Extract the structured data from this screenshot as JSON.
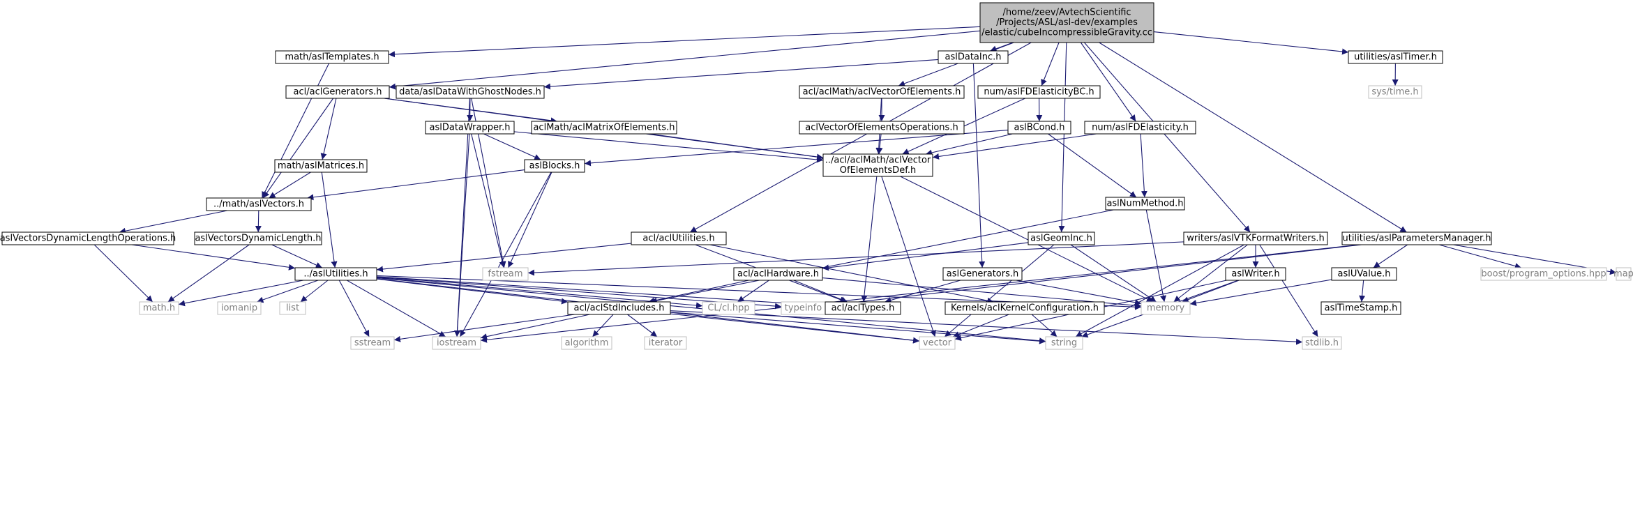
{
  "diagram": {
    "type": "doxygen-include-dependency-graph",
    "colors": {
      "edge": "#191970",
      "node_border": "#000000",
      "external_border": "#bfbfbf",
      "external_text": "#808080",
      "root_fill": "#bfbfbf",
      "node_fill": "#ffffff"
    },
    "nodes": [
      {
        "id": "root",
        "lines": [
          "/home/zeev/AvtechScientific",
          "/Projects/ASL/asl-dev/examples",
          "/elastic/cubeIncompressibleGravity.cc"
        ],
        "kind": "root"
      },
      {
        "id": "asltemplates",
        "lines": [
          "math/aslTemplates.h"
        ],
        "kind": "header"
      },
      {
        "id": "asldatainc",
        "lines": [
          "aslDataInc.h"
        ],
        "kind": "header"
      },
      {
        "id": "asltimer",
        "lines": [
          "utilities/aslTimer.h"
        ],
        "kind": "header"
      },
      {
        "id": "systime",
        "lines": [
          "sys/time.h"
        ],
        "kind": "external"
      },
      {
        "id": "aclgenerators",
        "lines": [
          "acl/aclGenerators.h"
        ],
        "kind": "header"
      },
      {
        "id": "asldatawithghost",
        "lines": [
          "data/aslDataWithGhostNodes.h"
        ],
        "kind": "header"
      },
      {
        "id": "aclvectorofelements",
        "lines": [
          "acl/aclMath/aclVectorOfElements.h"
        ],
        "kind": "header"
      },
      {
        "id": "aslfdelasticitybc",
        "lines": [
          "num/aslFDElasticityBC.h"
        ],
        "kind": "header"
      },
      {
        "id": "asldatawrapper",
        "lines": [
          "aslDataWrapper.h"
        ],
        "kind": "header"
      },
      {
        "id": "aclmatrixofelements",
        "lines": [
          "aclMath/aclMatrixOfElements.h"
        ],
        "kind": "header"
      },
      {
        "id": "aclvectorofelementsops",
        "lines": [
          "aclVectorOfElementsOperations.h"
        ],
        "kind": "header"
      },
      {
        "id": "aslbcond",
        "lines": [
          "aslBCond.h"
        ],
        "kind": "header"
      },
      {
        "id": "aslfdelasticity",
        "lines": [
          "num/aslFDElasticity.h"
        ],
        "kind": "header"
      },
      {
        "id": "aslblocks",
        "lines": [
          "aslBlocks.h"
        ],
        "kind": "header"
      },
      {
        "id": "aslmatrices",
        "lines": [
          "math/aslMatrices.h"
        ],
        "kind": "header"
      },
      {
        "id": "aclvectordef",
        "lines": [
          "../acl/aclMath/aclVector",
          "OfElementsDef.h"
        ],
        "kind": "header"
      },
      {
        "id": "aslvectors",
        "lines": [
          "../math/aslVectors.h"
        ],
        "kind": "header"
      },
      {
        "id": "aslnummethod",
        "lines": [
          "aslNumMethod.h"
        ],
        "kind": "header"
      },
      {
        "id": "aslvdlops",
        "lines": [
          "aslVectorsDynamicLengthOperations.h"
        ],
        "kind": "header"
      },
      {
        "id": "aslvdl",
        "lines": [
          "aslVectorsDynamicLength.h"
        ],
        "kind": "header"
      },
      {
        "id": "aclutilities",
        "lines": [
          "acl/aclUtilities.h"
        ],
        "kind": "header"
      },
      {
        "id": "aslgeominc",
        "lines": [
          "aslGeomInc.h"
        ],
        "kind": "header"
      },
      {
        "id": "aslvtkwriters",
        "lines": [
          "writers/aslVTKFormatWriters.h"
        ],
        "kind": "header"
      },
      {
        "id": "aslparamsmanager",
        "lines": [
          "utilities/aslParametersManager.h"
        ],
        "kind": "header"
      },
      {
        "id": "aslutilities",
        "lines": [
          "../aslUtilities.h"
        ],
        "kind": "header"
      },
      {
        "id": "fstream",
        "lines": [
          "fstream"
        ],
        "kind": "external"
      },
      {
        "id": "aclhardware",
        "lines": [
          "acl/aclHardware.h"
        ],
        "kind": "header"
      },
      {
        "id": "aslgenerators",
        "lines": [
          "aslGenerators.h"
        ],
        "kind": "header"
      },
      {
        "id": "aslwriter",
        "lines": [
          "aslWriter.h"
        ],
        "kind": "header"
      },
      {
        "id": "asluvalue",
        "lines": [
          "aslUValue.h"
        ],
        "kind": "header"
      },
      {
        "id": "boostpo",
        "lines": [
          "boost/program_options.hpp"
        ],
        "kind": "external"
      },
      {
        "id": "map",
        "lines": [
          "map"
        ],
        "kind": "external"
      },
      {
        "id": "mathh",
        "lines": [
          "math.h"
        ],
        "kind": "external"
      },
      {
        "id": "iomanip",
        "lines": [
          "iomanip"
        ],
        "kind": "external"
      },
      {
        "id": "list",
        "lines": [
          "list"
        ],
        "kind": "external"
      },
      {
        "id": "aclstdincludes",
        "lines": [
          "acl/aclStdIncludes.h"
        ],
        "kind": "header"
      },
      {
        "id": "clhpp",
        "lines": [
          "CL/cl.hpp"
        ],
        "kind": "external"
      },
      {
        "id": "typeinfo",
        "lines": [
          "typeinfo"
        ],
        "kind": "external"
      },
      {
        "id": "acltypes",
        "lines": [
          "acl/aclTypes.h"
        ],
        "kind": "header"
      },
      {
        "id": "memory",
        "lines": [
          "memory"
        ],
        "kind": "external"
      },
      {
        "id": "aclkernelconfig",
        "lines": [
          "Kernels/aclKernelConfiguration.h"
        ],
        "kind": "header"
      },
      {
        "id": "asltimestamp",
        "lines": [
          "aslTimeStamp.h"
        ],
        "kind": "header"
      },
      {
        "id": "sstream",
        "lines": [
          "sstream"
        ],
        "kind": "external"
      },
      {
        "id": "iostream",
        "lines": [
          "iostream"
        ],
        "kind": "external"
      },
      {
        "id": "algorithm",
        "lines": [
          "algorithm"
        ],
        "kind": "external"
      },
      {
        "id": "iterator",
        "lines": [
          "iterator"
        ],
        "kind": "external"
      },
      {
        "id": "vector",
        "lines": [
          "vector"
        ],
        "kind": "external"
      },
      {
        "id": "string",
        "lines": [
          "string"
        ],
        "kind": "external"
      },
      {
        "id": "stdlibh",
        "lines": [
          "stdlib.h"
        ],
        "kind": "external"
      }
    ],
    "edges": [
      [
        "root",
        "asltemplates"
      ],
      [
        "root",
        "asldatainc"
      ],
      [
        "root",
        "asltimer"
      ],
      [
        "root",
        "aclgenerators"
      ],
      [
        "root",
        "aclvectorofelements"
      ],
      [
        "root",
        "aslfdelasticitybc"
      ],
      [
        "root",
        "aslfdelasticity"
      ],
      [
        "root",
        "aclutilities"
      ],
      [
        "root",
        "aslgeominc"
      ],
      [
        "root",
        "aslvtkwriters"
      ],
      [
        "root",
        "aslparamsmanager"
      ],
      [
        "asltimer",
        "systime"
      ],
      [
        "asltemplates",
        "aslvectors"
      ],
      [
        "asldatainc",
        "asldatawithghost"
      ],
      [
        "asldatainc",
        "aslgenerators"
      ],
      [
        "aclgenerators",
        "aslvectors"
      ],
      [
        "aclgenerators",
        "aslmatrices"
      ],
      [
        "aclgenerators",
        "aclmatrixofelements"
      ],
      [
        "aclgenerators",
        "aclvectordef"
      ],
      [
        "asldatawithghost",
        "asldatawrapper"
      ],
      [
        "asldatawithghost",
        "fstream"
      ],
      [
        "asldatawithghost",
        "iostream"
      ],
      [
        "aclvectorofelements",
        "aclvectorofelementsops"
      ],
      [
        "aclvectorofelements",
        "aclvectordef"
      ],
      [
        "aslfdelasticitybc",
        "aslbcond"
      ],
      [
        "aslfdelasticitybc",
        "aclvectordef"
      ],
      [
        "asldatawrapper",
        "aslblocks"
      ],
      [
        "asldatawrapper",
        "aclvectordef"
      ],
      [
        "asldatawrapper",
        "fstream"
      ],
      [
        "asldatawrapper",
        "iostream"
      ],
      [
        "aclmatrixofelements",
        "aclvectordef"
      ],
      [
        "aclvectorofelementsops",
        "aclvectordef"
      ],
      [
        "aslbcond",
        "aslblocks"
      ],
      [
        "aslbcond",
        "aclvectordef"
      ],
      [
        "aslbcond",
        "aslnummethod"
      ],
      [
        "aslfdelasticity",
        "aclvectordef"
      ],
      [
        "aslfdelasticity",
        "aslnummethod"
      ],
      [
        "aslblocks",
        "aslvectors"
      ],
      [
        "aslblocks",
        "fstream"
      ],
      [
        "aslblocks",
        "iostream"
      ],
      [
        "aslmatrices",
        "aslvectors"
      ],
      [
        "aslmatrices",
        "aslutilities"
      ],
      [
        "aclvectordef",
        "acltypes"
      ],
      [
        "aclvectordef",
        "memory"
      ],
      [
        "aclvectordef",
        "vector"
      ],
      [
        "aslvectors",
        "aslvdlops"
      ],
      [
        "aslvectors",
        "aslvdl"
      ],
      [
        "aslnummethod",
        "aclstdincludes"
      ],
      [
        "aslnummethod",
        "memory"
      ],
      [
        "aslvdlops",
        "mathh"
      ],
      [
        "aslvdlops",
        "aslutilities"
      ],
      [
        "aslvdl",
        "mathh"
      ],
      [
        "aslvdl",
        "aslutilities"
      ],
      [
        "aclutilities",
        "aslutilities"
      ],
      [
        "aclutilities",
        "acltypes"
      ],
      [
        "aclutilities",
        "aclkernelconfig"
      ],
      [
        "aslgeominc",
        "aclhardware"
      ],
      [
        "aslgeominc",
        "memory"
      ],
      [
        "aslgeominc",
        "vector"
      ],
      [
        "aslvtkwriters",
        "aslwriter"
      ],
      [
        "aslvtkwriters",
        "memory"
      ],
      [
        "aslvtkwriters",
        "fstream"
      ],
      [
        "aslvtkwriters",
        "string"
      ],
      [
        "aslvtkwriters",
        "stdlibh"
      ],
      [
        "aslparamsmanager",
        "asluvalue"
      ],
      [
        "aslparamsmanager",
        "boostpo"
      ],
      [
        "aslparamsmanager",
        "map"
      ],
      [
        "aslparamsmanager",
        "typeinfo"
      ],
      [
        "aslparamsmanager",
        "iostream"
      ],
      [
        "aslutilities",
        "mathh"
      ],
      [
        "aslutilities",
        "iomanip"
      ],
      [
        "aslutilities",
        "list"
      ],
      [
        "aslutilities",
        "aclstdincludes"
      ],
      [
        "aslutilities",
        "clhpp"
      ],
      [
        "aslutilities",
        "typeinfo"
      ],
      [
        "aslutilities",
        "acltypes"
      ],
      [
        "aslutilities",
        "memory"
      ],
      [
        "aslutilities",
        "sstream"
      ],
      [
        "aslutilities",
        "iostream"
      ],
      [
        "aslutilities",
        "vector"
      ],
      [
        "aslutilities",
        "string"
      ],
      [
        "aclhardware",
        "aclstdincludes"
      ],
      [
        "aclhardware",
        "clhpp"
      ],
      [
        "aclhardware",
        "acltypes"
      ],
      [
        "aclhardware",
        "memory"
      ],
      [
        "aslgenerators",
        "acltypes"
      ],
      [
        "aslgenerators",
        "memory"
      ],
      [
        "aslwriter",
        "memory"
      ],
      [
        "aslwriter",
        "vector"
      ],
      [
        "aslwriter",
        "string"
      ],
      [
        "asluvalue",
        "asltimestamp"
      ],
      [
        "asluvalue",
        "memory"
      ],
      [
        "aclstdincludes",
        "sstream"
      ],
      [
        "aclstdincludes",
        "iostream"
      ],
      [
        "aclstdincludes",
        "algorithm"
      ],
      [
        "aclstdincludes",
        "iterator"
      ],
      [
        "aclstdincludes",
        "vector"
      ],
      [
        "aclstdincludes",
        "string"
      ],
      [
        "aclstdincludes",
        "stdlibh"
      ],
      [
        "aclkernelconfig",
        "vector"
      ],
      [
        "aclkernelconfig",
        "string"
      ]
    ]
  }
}
